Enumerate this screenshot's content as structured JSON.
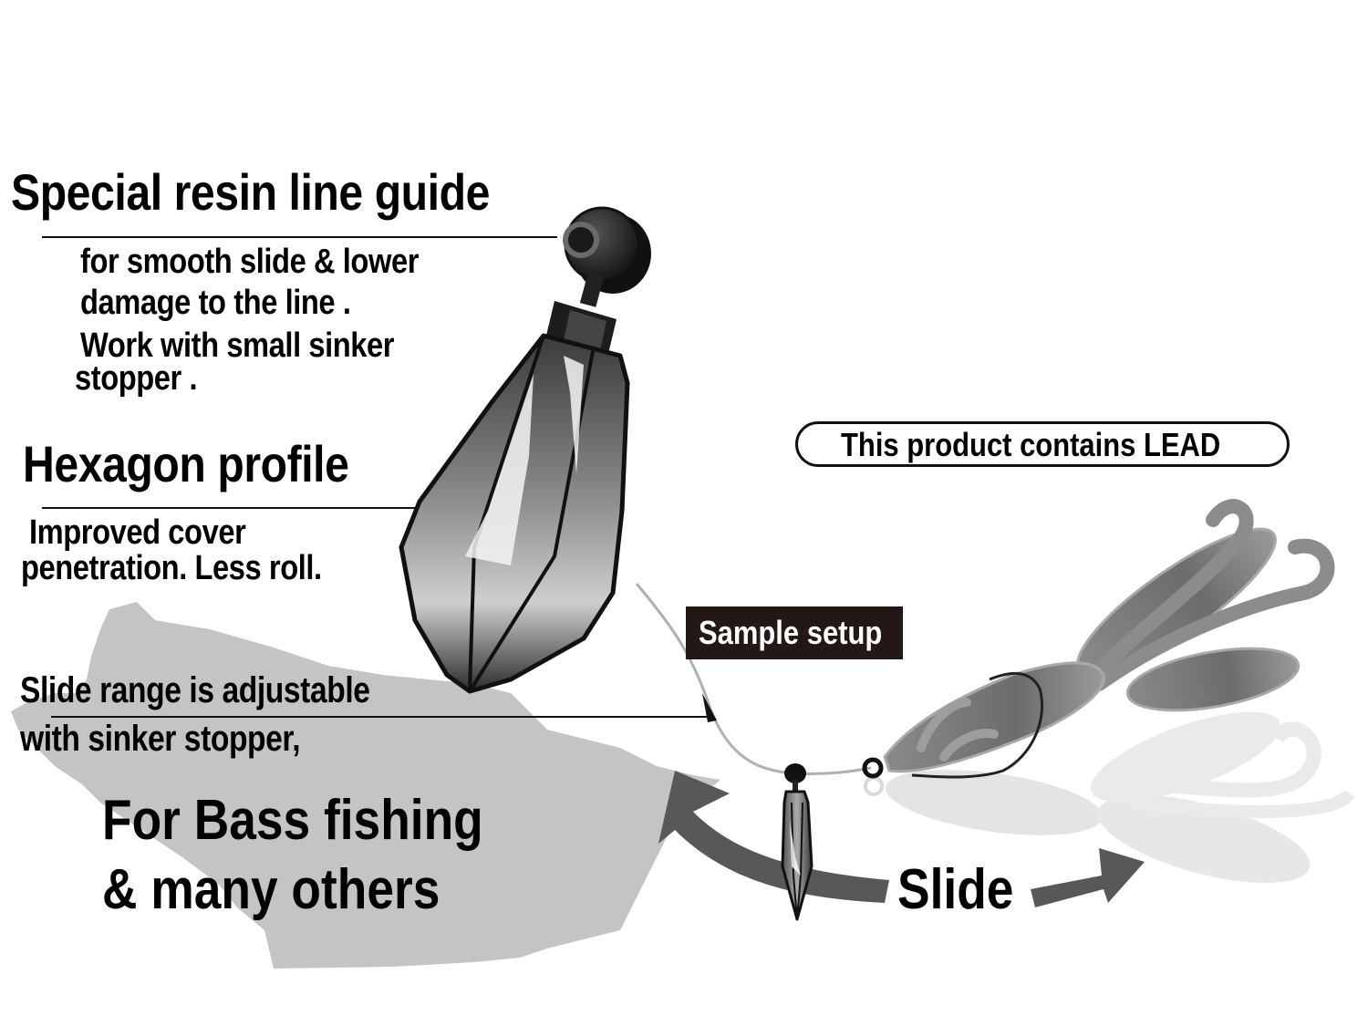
{
  "features": [
    {
      "title": "Special resin line guide",
      "lines": [
        "for smooth slide & lower",
        "damage to the line .",
        "Work with small sinker",
        " stopper ."
      ]
    },
    {
      "title": "Hexagon profile",
      "lines": [
        " Improved cover",
        "penetration. Less roll."
      ]
    },
    {
      "title": "",
      "lines": [
        "Slide range is adjustable",
        "with sinker stopper,"
      ]
    }
  ],
  "usage": {
    "line1": "For Bass fishing",
    "line2": "& many others"
  },
  "notice": "This product contains LEAD",
  "sample_label": "Sample setup",
  "motion_label": "Slide",
  "colors": {
    "text": "#000000",
    "label_bg": "#231815",
    "label_text": "#ffffff",
    "silhouette": "#c4c4c6",
    "arrow": "#595757",
    "lure_dark": "#6e6e6e",
    "lure_ghost": "#dcdcdc"
  },
  "icons": {
    "main_sinker": "sinker-weight-icon",
    "small_sinker": "small-sinker-icon",
    "fish": "bass-fish-silhouette",
    "lure": "craw-soft-bait-icon",
    "arrows": "slide-arrows-icon"
  }
}
